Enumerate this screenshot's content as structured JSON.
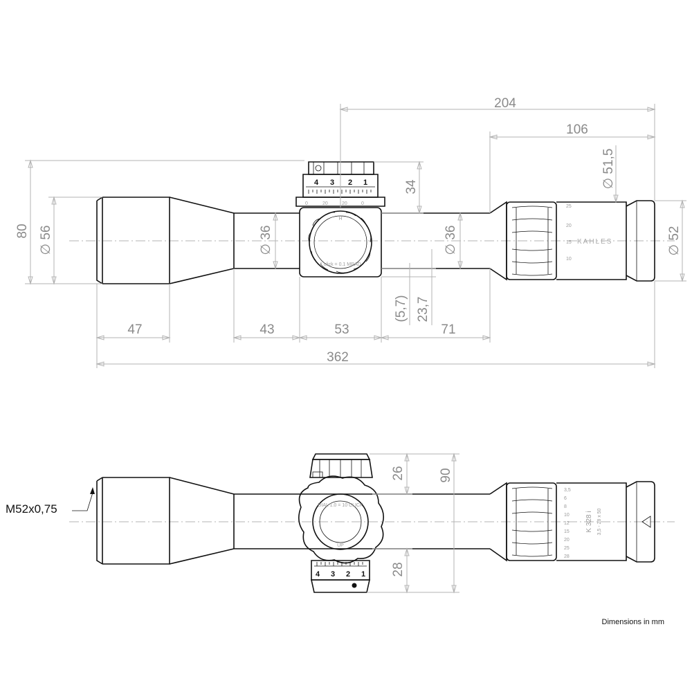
{
  "top_view": {
    "dimensions": {
      "overall_length": "362",
      "rear_length": "204",
      "eyepiece_length": "106",
      "objective_bell_length": "47",
      "front_tube_length": "43",
      "turret_block_length": "53",
      "rear_tube_length": "71",
      "total_height": "80",
      "turret_height": "34",
      "objective_diameter": "56",
      "tube_diameter_front": "36",
      "tube_diameter_rear": "36",
      "ocular_diameter": "52",
      "eyepiece_diameter": "51,5",
      "offset_small": "(5,7)",
      "offset_large": "23,7"
    },
    "diameter_symbol": "∅",
    "turret_scale": [
      "4",
      "3",
      "2",
      "1"
    ],
    "turret_small_marks": [
      "0",
      "20",
      "20",
      "0"
    ],
    "eyepiece_scale": [
      "25",
      "20",
      "15",
      "10"
    ],
    "brand": "KAHLES",
    "side_knob_text": [
      "H",
      "1 click = 0.1 MRAD"
    ]
  },
  "side_view": {
    "dimensions": {
      "total_height": "90",
      "upper_turret_height": "26",
      "lower_turret_height": "28"
    },
    "thread_label": "M52x0,75",
    "model": "K 328 i",
    "magnification": "3,5 - 28 x 50",
    "windage_scale": [
      "4",
      "3",
      "2",
      "1"
    ],
    "power_scale": [
      "28",
      "25",
      "20",
      "15",
      "12",
      "10",
      "8",
      "6",
      "3,5"
    ],
    "knob_text": [
      "DIAL 1.0 = 10 CLICK",
      "UP"
    ]
  },
  "footer": {
    "units_note": "Dimensions in mm"
  },
  "colors": {
    "line": "#111111",
    "dimension": "#8a8a8a",
    "centerline": "#9a9a9a"
  }
}
